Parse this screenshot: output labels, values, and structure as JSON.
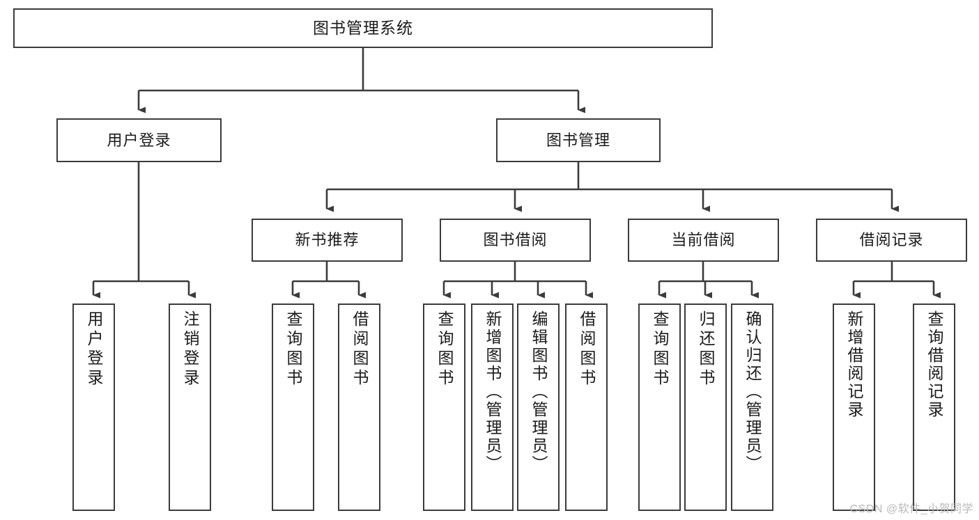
{
  "diagram": {
    "title": "图书管理系统",
    "type": "tree",
    "orientation": "top-down",
    "stroke_color": "#3b3b3b",
    "fill_color": "#ffffff",
    "text_color": "#1a1a1a",
    "watermark": "CSDN @软件_小贺同学"
  },
  "nodes": {
    "root": {
      "label": "图书管理系统"
    },
    "level1": [
      {
        "label": "用户登录"
      },
      {
        "label": "图书管理"
      }
    ],
    "level2": [
      {
        "label": "新书推荐"
      },
      {
        "label": "图书借阅"
      },
      {
        "label": "当前借阅"
      },
      {
        "label": "借阅记录"
      }
    ],
    "leaves": {
      "user_login": [
        {
          "label": "用户登录"
        },
        {
          "label": "注销登录"
        }
      ],
      "new_book_recommend": [
        {
          "label": "查询图书"
        },
        {
          "label": "借阅图书"
        }
      ],
      "book_borrow": [
        {
          "label": "查询图书"
        },
        {
          "label": "新增图书（管理员）"
        },
        {
          "label": "编辑图书（管理员）"
        },
        {
          "label": "借阅图书"
        }
      ],
      "current_borrow": [
        {
          "label": "查询图书"
        },
        {
          "label": "归还图书"
        },
        {
          "label": "确认归还（管理员）"
        }
      ],
      "borrow_record": [
        {
          "label": "新增借阅记录"
        },
        {
          "label": "查询借阅记录"
        }
      ]
    }
  }
}
